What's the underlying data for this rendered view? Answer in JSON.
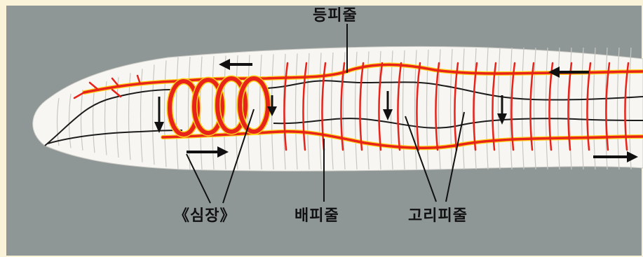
{
  "labels": {
    "dorsal_vessel": "등피줄",
    "heart": "《심장》",
    "ventral_vessel": "배피줄",
    "ring_vessel": "고리피줄"
  },
  "colors": {
    "page_border": "#fbf3d9",
    "background": "#8f9796",
    "worm_body": "#f7f6f2",
    "vessel": "#e8231a",
    "vessel_highlight": "#ffd21a",
    "gut_line": "#1c1c1c",
    "arrow": "#111111"
  },
  "icons": {
    "flow_arrows": [
      "arrow-left-icon",
      "arrow-right-icon",
      "arrow-down-icon"
    ]
  }
}
